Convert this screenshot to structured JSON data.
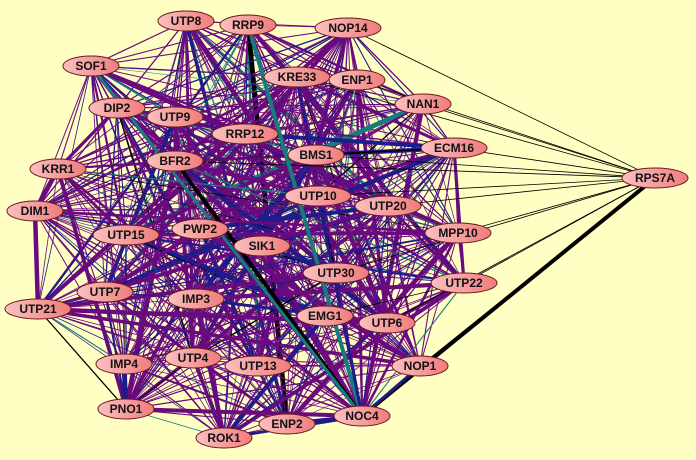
{
  "network": {
    "nodes": [
      "UTP8",
      "RRP9",
      "NOP14",
      "SOF1",
      "KRE33",
      "ENP1",
      "NAN1",
      "DIP2",
      "UTP9",
      "RRP12",
      "ECM16",
      "BMS1",
      "BFR2",
      "KRR1",
      "RPS7A",
      "UTP10",
      "UTP20",
      "DIM1",
      "UTP15",
      "PWP2",
      "SIK1",
      "MPP10",
      "UTP30",
      "UTP22",
      "UTP7",
      "IMP3",
      "UTP21",
      "EMG1",
      "UTP6",
      "IMP4",
      "UTP4",
      "UTP13",
      "NOP1",
      "PNO1",
      "NOC4",
      "ENP2",
      "ROK1"
    ],
    "edge_colors": {
      "purple": "#6A0A7E",
      "navy": "#1C1C8A",
      "teal": "#177C7C",
      "black": "#000000"
    },
    "node_fill": "#F49A9A",
    "special_edges": [
      {
        "source": "BFR2",
        "target": "NOC4",
        "color": "black",
        "weight": 4
      },
      {
        "source": "RPS7A",
        "target": "NOC4",
        "color": "black",
        "weight": 4
      },
      {
        "source": "RRP9",
        "target": "NOC4",
        "color": "teal",
        "weight": 4
      },
      {
        "source": "SOF1",
        "target": "NOC4",
        "color": "teal",
        "weight": 3
      },
      {
        "source": "ENP2",
        "target": "NOC4",
        "color": "navy",
        "weight": 4
      },
      {
        "source": "ROK1",
        "target": "NOC4",
        "color": "navy",
        "weight": 3
      },
      {
        "source": "NOP1",
        "target": "NOC4",
        "color": "navy",
        "weight": 3
      },
      {
        "source": "PNO1",
        "target": "NOC4",
        "color": "purple",
        "weight": 4
      },
      {
        "source": "UTP10",
        "target": "NOC4",
        "color": "navy",
        "weight": 3
      }
    ],
    "rps7a_neighbors": [
      "NOP14",
      "NAN1",
      "ENP1",
      "ECM16",
      "BMS1",
      "UTP10",
      "UTP20",
      "MPP10",
      "UTP22",
      "NOP1",
      "UTP30",
      "UTP6",
      "BFR2",
      "KRE33"
    ]
  }
}
